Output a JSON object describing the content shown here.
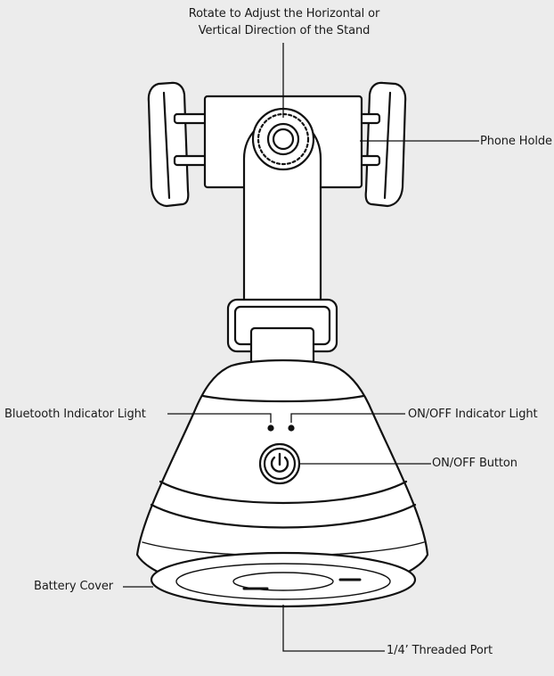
{
  "labels": {
    "rotate_line1": "Rotate to Adjust the Horizontal or",
    "rotate_line2": "Vertical Direction of the Stand",
    "phone_holder": "Phone Holde",
    "bluetooth_light": "Bluetooth Indicator Light",
    "onoff_light": "ON/OFF Indicator Light",
    "onoff_button": "ON/OFF Button",
    "battery_cover": "Battery Cover",
    "threaded_port": "1/4’ Threaded Port"
  },
  "colors": {
    "background": "#ececec",
    "stroke": "#111111",
    "fill": "#ffffff"
  }
}
